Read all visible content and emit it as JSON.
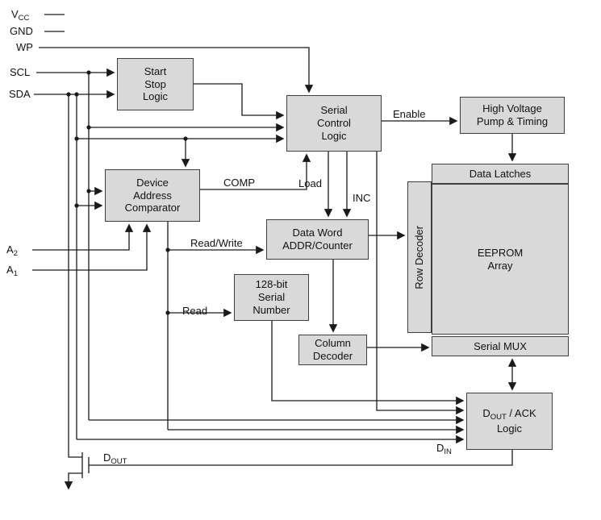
{
  "colors": {
    "background": "#ffffff",
    "block_fill": "#d9d9d9",
    "block_border": "#3f3f3f",
    "wire": "#1a1a1a",
    "text": "#111111"
  },
  "pins": {
    "vcc": {
      "base": "V",
      "sub": "CC"
    },
    "gnd": "GND",
    "wp": "WP",
    "scl": "SCL",
    "sda": "SDA",
    "a2": {
      "base": "A",
      "sub": "2"
    },
    "a1": {
      "base": "A",
      "sub": "1"
    },
    "dout": {
      "base": "D",
      "sub": "OUT"
    },
    "din": {
      "base": "D",
      "sub": "IN"
    }
  },
  "blocks": {
    "start_stop": "Start\nStop\nLogic",
    "serial_control": "Serial\nControl\nLogic",
    "hv_pump": "High Voltage\nPump & Timing",
    "device_addr": "Device\nAddress\nComparator",
    "data_word": "Data Word\nADDR/Counter",
    "serial_number": "128-bit\nSerial\nNumber",
    "column_decoder": "Column\nDecoder",
    "row_decoder": "Row Decoder",
    "data_latches": "Data Latches",
    "eeprom_array": "EEPROM\nArray",
    "serial_mux": "Serial MUX",
    "dout_ack": {
      "base": "D",
      "sub": "OUT",
      "rest": " / ACK",
      "line2": "Logic"
    }
  },
  "wire_labels": {
    "enable": "Enable",
    "comp": "COMP",
    "load": "Load",
    "inc": "INC",
    "read_write": "Read/Write",
    "read": "Read"
  }
}
